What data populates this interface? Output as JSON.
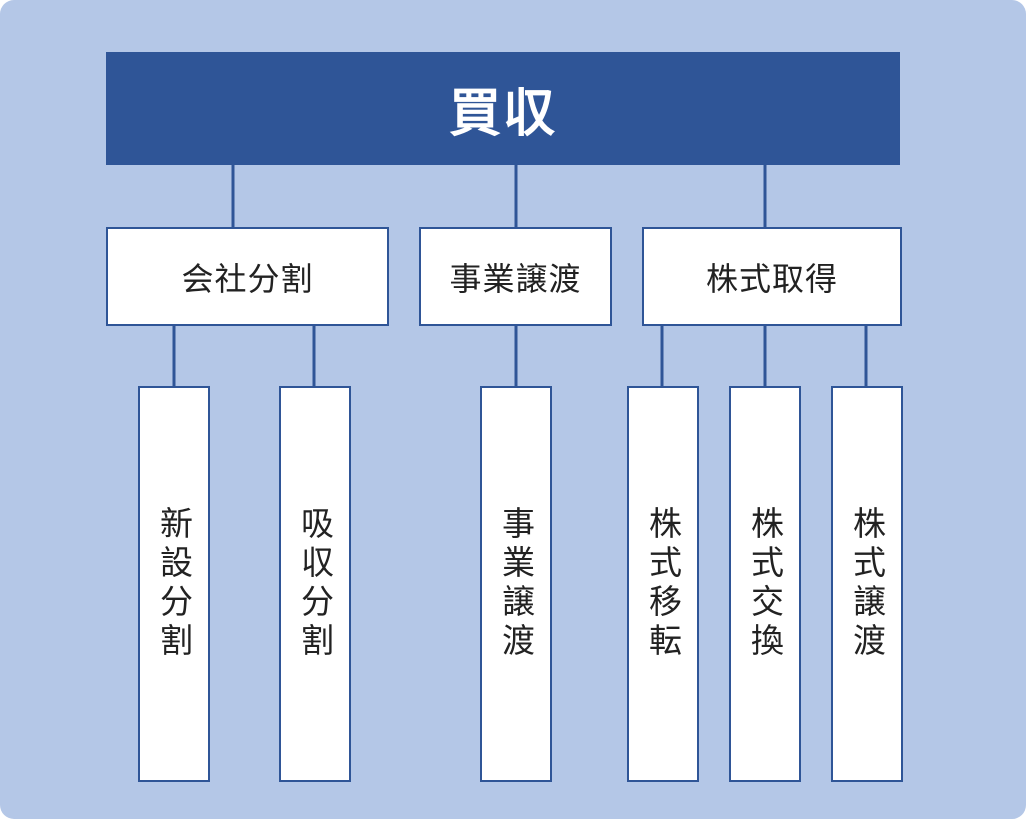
{
  "colors": {
    "background": "#b4c7e7",
    "primary": "#2f5597",
    "box_fill": "#ffffff",
    "text": "#222222",
    "root_text": "#ffffff"
  },
  "root": {
    "label": "買収"
  },
  "categories": [
    {
      "label": "会社分割",
      "children": [
        {
          "label": "新設分割"
        },
        {
          "label": "吸収分割"
        }
      ]
    },
    {
      "label": "事業譲渡",
      "children": [
        {
          "label": "事業譲渡"
        }
      ]
    },
    {
      "label": "株式取得",
      "children": [
        {
          "label": "株式移転"
        },
        {
          "label": "株式交換"
        },
        {
          "label": "株式譲渡"
        }
      ]
    }
  ]
}
